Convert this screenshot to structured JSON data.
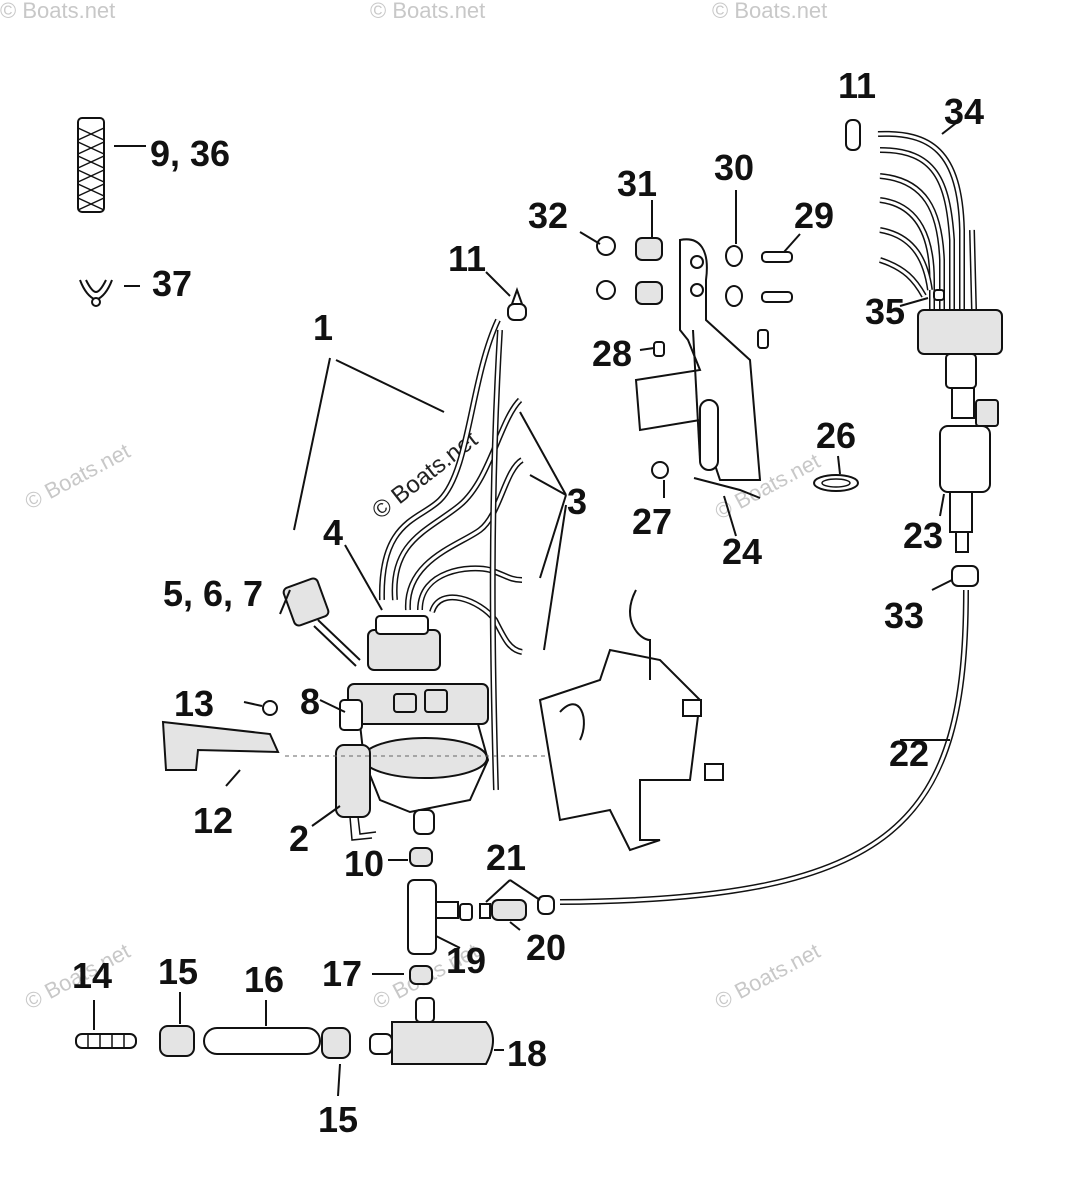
{
  "watermarks": {
    "corner": "© Boats.net",
    "center": "© Boats.net"
  },
  "callouts": {
    "c1": "1",
    "c2": "2",
    "c3": "3",
    "c4": "4",
    "c5_6_7": "5, 6, 7",
    "c8": "8",
    "c9_36": "9, 36",
    "c10": "10",
    "c11a": "11",
    "c11b": "11",
    "c12": "12",
    "c13": "13",
    "c14": "14",
    "c15a": "15",
    "c15b": "15",
    "c16": "16",
    "c17": "17",
    "c18": "18",
    "c19": "19",
    "c20": "20",
    "c21": "21",
    "c22": "22",
    "c23": "23",
    "c24": "24",
    "c26": "26",
    "c27": "27",
    "c28": "28",
    "c29": "29",
    "c30": "30",
    "c31": "31",
    "c32": "32",
    "c33": "33",
    "c34": "34",
    "c35": "35",
    "c37": "37"
  }
}
